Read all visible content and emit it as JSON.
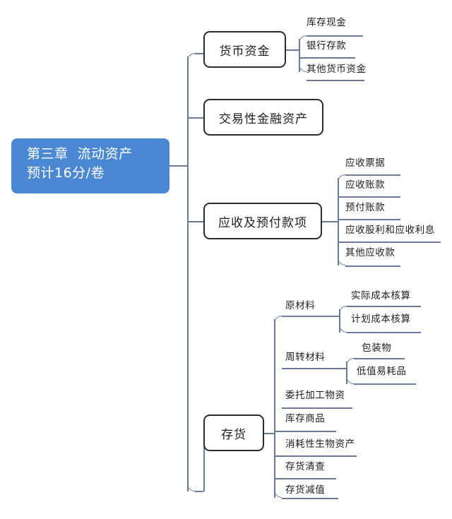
{
  "colors": {
    "accent": "#4a88d4",
    "connector": "#6b7a99",
    "node_border": "#2b2b2b",
    "text": "#1d1d1d",
    "background": "#ffffff"
  },
  "root": {
    "line1": "第三章  流动资产",
    "line2": "预计16分/卷",
    "text": "第三章  流动资产\n预计16分/卷"
  },
  "branches": [
    {
      "id": "monetary-funds",
      "label": "货币资金",
      "children": [
        {
          "label": "库存现金"
        },
        {
          "label": "银行存款"
        },
        {
          "label": "其他货币资金"
        }
      ]
    },
    {
      "id": "trading-financial-assets",
      "label": "交易性金融资产",
      "children": []
    },
    {
      "id": "receivables-and-prepayments",
      "label": "应收及预付款项",
      "children": [
        {
          "label": "应收票据"
        },
        {
          "label": "应收账款"
        },
        {
          "label": "预付账款"
        },
        {
          "label": "应收股利和应收利息"
        },
        {
          "label": "其他应收款"
        }
      ]
    },
    {
      "id": "inventory",
      "label": "存货",
      "children": [
        {
          "label": "原材料",
          "children": [
            {
              "label": "实际成本核算"
            },
            {
              "label": "计划成本核算"
            }
          ]
        },
        {
          "label": "周转材料",
          "children": [
            {
              "label": "包装物"
            },
            {
              "label": "低值易耗品"
            }
          ]
        },
        {
          "label": "委托加工物资"
        },
        {
          "label": "库存商品"
        },
        {
          "label": "消耗性生物资产"
        },
        {
          "label": "存货清查"
        },
        {
          "label": "存货减值"
        }
      ]
    }
  ]
}
